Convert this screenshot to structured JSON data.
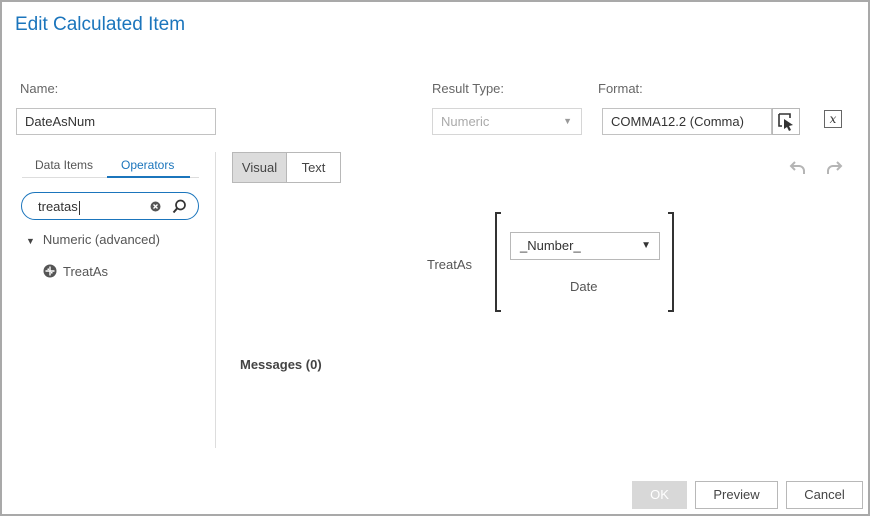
{
  "dialog": {
    "title": "Edit Calculated Item"
  },
  "name": {
    "label": "Name:",
    "value": "DateAsNum"
  },
  "result_type": {
    "label": "Result Type:",
    "value": "Numeric"
  },
  "format": {
    "label": "Format:",
    "value": "COMMA12.2 (Comma)"
  },
  "left_panel": {
    "tabs": [
      {
        "label": "Data Items"
      },
      {
        "label": "Operators"
      }
    ],
    "search": {
      "value": "treatas"
    },
    "tree": {
      "group": "Numeric (advanced)",
      "item": "TreatAs"
    }
  },
  "editor": {
    "modes": [
      {
        "label": "Visual"
      },
      {
        "label": "Text"
      }
    ],
    "expression": {
      "operator": "TreatAs",
      "type_select": "_Number_",
      "argument": "Date"
    },
    "messages": "Messages (0)"
  },
  "footer": {
    "ok": "OK",
    "preview": "Preview",
    "cancel": "Cancel"
  },
  "colors": {
    "accent": "#1b75bc",
    "disabled": "#d8d8d8"
  }
}
